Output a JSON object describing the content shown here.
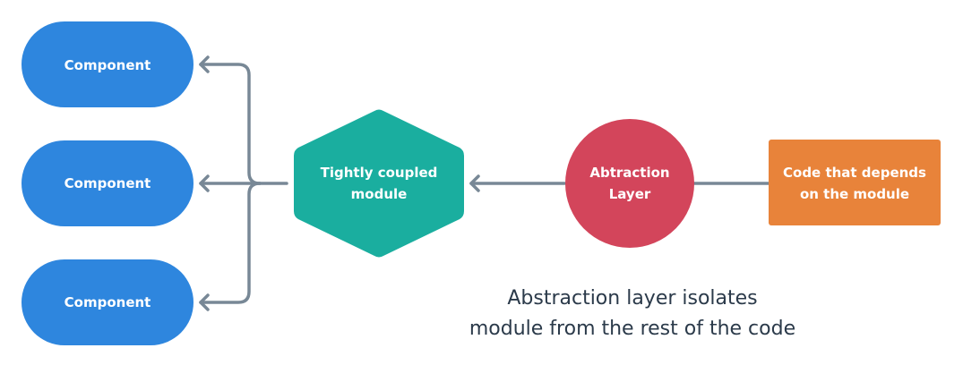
{
  "components": [
    {
      "label": "Component"
    },
    {
      "label": "Component"
    },
    {
      "label": "Component"
    }
  ],
  "module": {
    "line1": "Tightly coupled",
    "line2": "module"
  },
  "abstraction": {
    "line1": "Abtraction",
    "line2": "Layer"
  },
  "dependent": {
    "line1": "Code that depends",
    "line2": "on the module"
  },
  "caption": {
    "line1": "Abstraction layer isolates",
    "line2": "module from the rest of the code"
  },
  "colors": {
    "component": "#2e86de",
    "module": "#1aae9f",
    "abstraction": "#d3455b",
    "dependent": "#e8833a",
    "connector": "#788896",
    "caption": "#2b3a4a"
  }
}
